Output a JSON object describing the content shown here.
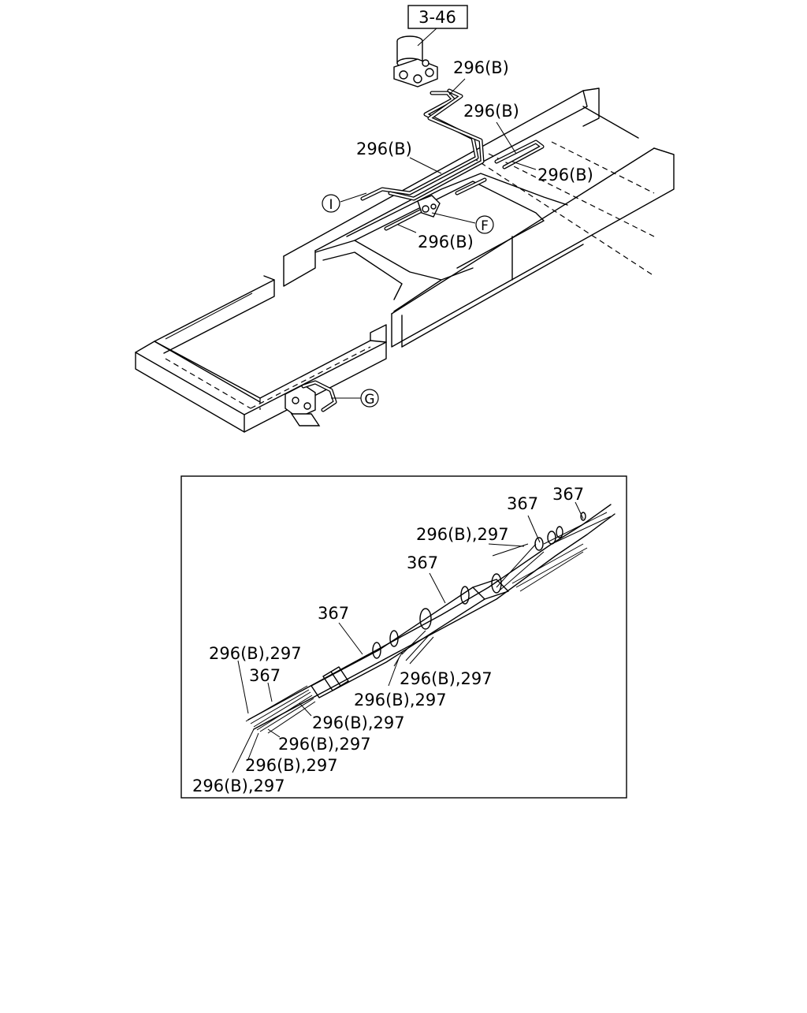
{
  "upper_diagram": {
    "ref_box": "3-46",
    "labels": {
      "l1": "296(B)",
      "l2": "296(B)",
      "l3": "296(B)",
      "l4": "296(B)",
      "l5": "296(B)"
    },
    "callouts": {
      "i": "I",
      "f": "F",
      "g": "G"
    }
  },
  "inset_diagram": {
    "labels": {
      "a": "367",
      "b": "367",
      "c": "296(B),297",
      "d": "367",
      "e": "367",
      "f": "296(B),297",
      "g": "367",
      "h": "296(B),297",
      "i": "296(B),297",
      "j": "296(B),297",
      "k": "296(B),297",
      "l": "296(B),297",
      "m": "296(B),297"
    }
  }
}
